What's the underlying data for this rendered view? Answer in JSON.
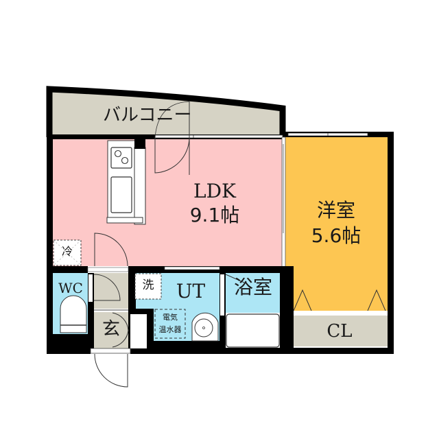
{
  "floorplan": {
    "colors": {
      "wall": "#000000",
      "ldk": "#fdc8c8",
      "western_room": "#fdc652",
      "wet_area": "#ade6f5",
      "balcony": "#d6d3c5",
      "entrance": "#d6d3c5",
      "closet": "#d6d3c5"
    },
    "rooms": {
      "balcony": {
        "label": "バルコニー"
      },
      "ldk": {
        "label": "LDK",
        "size": "9.1帖"
      },
      "western": {
        "label": "洋室",
        "size": "5.6帖"
      },
      "closet": {
        "label": "CL"
      },
      "wc": {
        "label": "WC"
      },
      "ut": {
        "label": "UT"
      },
      "bath": {
        "label": "浴室"
      },
      "entrance": {
        "label": "玄"
      }
    },
    "fixtures": {
      "fridge": {
        "label": "冷"
      },
      "washer": {
        "label": "洗"
      },
      "water_heater": {
        "line1": "電気",
        "line2": "温水器"
      }
    }
  }
}
